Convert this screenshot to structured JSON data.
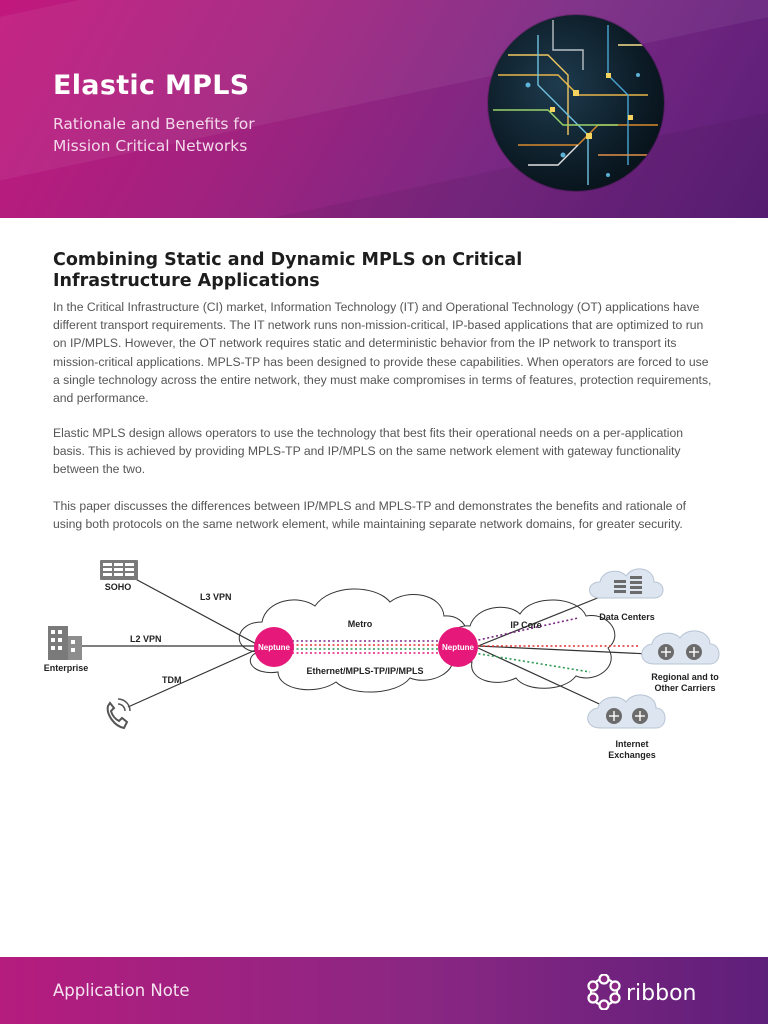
{
  "header": {
    "title": "Elastic MPLS",
    "subtitle_line1": "Rationale and Benefits for",
    "subtitle_line2": "Mission Critical Networks"
  },
  "section": {
    "heading_line1": "Combining Static and Dynamic MPLS on Critical",
    "heading_line2": "Infrastructure Applications",
    "paragraphs": [
      "In the Critical Infrastructure (CI) market, Information Technology (IT) and Operational Technology (OT) applications have different transport requirements. The IT network runs non-mission-critical,  IP-based applications that are optimized to run on IP/MPLS. However, the OT network requires static and deterministic behavior from the IP network to transport its mission-critical applications. MPLS-TP has been designed to provide these capabilities. When operators are forced to use a single technology across the entire network, they must make compromises in terms of features, protection requirements, and performance.",
      "Elastic MPLS design allows operators to use the technology that best fits their operational needs on a  per-application basis. This is achieved by providing MPLS-TP and IP/MPLS on the same network element with gateway functionality between the two.",
      "This paper discusses the differences between IP/MPLS and MPLS-TP and demonstrates the benefits and rationale of using both protocols on the same network element, while maintaining separate network domains, for greater security."
    ]
  },
  "diagram": {
    "soho": "SOHO",
    "enterprise": "Enterprise",
    "l3vpn": "L3 VPN",
    "l2vpn": "L2 VPN",
    "tdm": "TDM",
    "metro": "Metro",
    "ethernet": "Ethernet/MPLS-TP/IP/MPLS",
    "ipcore": "IP Core",
    "neptune_left": "Neptune",
    "neptune_right": "Neptune",
    "datacenters": "Data Centers",
    "regional_1": "Regional and to",
    "regional_2": "Other Carriers",
    "internet_1": "Internet",
    "internet_2": "Exchanges"
  },
  "footer": {
    "label": "Application Note",
    "logo_text": "ribbon"
  },
  "colors": {
    "magenta": "#e6197a",
    "purple": "#7a2883",
    "green": "#2e9a52",
    "red": "#e53030"
  }
}
